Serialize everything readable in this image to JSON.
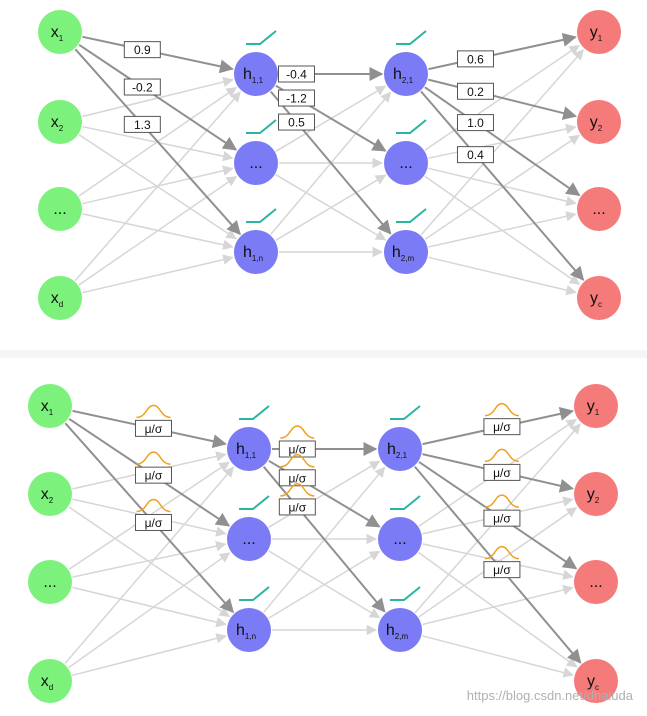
{
  "colors": {
    "input_node": "#7cf27c",
    "hidden_node": "#7b7bf5",
    "output_node": "#f57a7a",
    "strong_edge": "#909090",
    "faint_edge": "#d6d6d6",
    "relu_icon": "#2ab5a0",
    "bell_icon": "#f0a020",
    "label_box_border": "#555555"
  },
  "icons": {
    "activation": "relu-icon",
    "normalization": "gaussian-bell-icon"
  },
  "node_labels": {
    "input": [
      {
        "main": "x",
        "sub": "1"
      },
      {
        "main": "x",
        "sub": "2"
      },
      {
        "main": "...",
        "sub": ""
      },
      {
        "main": "x",
        "sub": "d"
      }
    ],
    "hidden1": [
      {
        "main": "h",
        "sub": "1,1"
      },
      {
        "main": "...",
        "sub": ""
      },
      {
        "main": "h",
        "sub": "1,n"
      }
    ],
    "hidden2": [
      {
        "main": "h",
        "sub": "2,1"
      },
      {
        "main": "...",
        "sub": ""
      },
      {
        "main": "h",
        "sub": "2,m"
      }
    ],
    "output": [
      {
        "main": "y",
        "sub": "1"
      },
      {
        "main": "y",
        "sub": "2"
      },
      {
        "main": "...",
        "sub": ""
      },
      {
        "main": "y",
        "sub": "c"
      }
    ]
  },
  "top_network": {
    "input_to_h1_weights": [
      "0.9",
      "-0.2",
      "1.3"
    ],
    "h1_to_h2_weights": [
      "-0.4",
      "-1.2",
      "0.5"
    ],
    "h2_to_output_weights": [
      "0.6",
      "0.2",
      "1.0",
      "0.4"
    ]
  },
  "bottom_network": {
    "normalization_label": "μ/σ"
  },
  "watermark": "https://blog.csdn.net/dhaiuda"
}
